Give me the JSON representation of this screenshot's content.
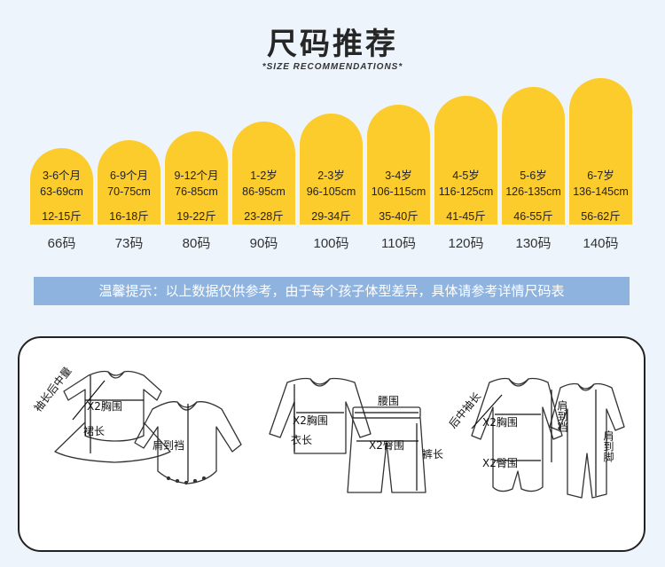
{
  "header": {
    "title": "尺码推荐",
    "subtitle": "*SIZE RECOMMENDATIONS*"
  },
  "sizes": [
    {
      "age": "3-6个月",
      "height": "63-69cm",
      "weight": "12-15斤",
      "size": "66码"
    },
    {
      "age": "6-9个月",
      "height": "70-75cm",
      "weight": "16-18斤",
      "size": "73码"
    },
    {
      "age": "9-12个月",
      "height": "76-85cm",
      "weight": "19-22斤",
      "size": "80码"
    },
    {
      "age": "1-2岁",
      "height": "86-95cm",
      "weight": "23-28斤",
      "size": "90码"
    },
    {
      "age": "2-3岁",
      "height": "96-105cm",
      "weight": "29-34斤",
      "size": "100码"
    },
    {
      "age": "3-4岁",
      "height": "106-115cm",
      "weight": "35-40斤",
      "size": "110码"
    },
    {
      "age": "4-5岁",
      "height": "116-125cm",
      "weight": "41-45斤",
      "size": "120码"
    },
    {
      "age": "5-6岁",
      "height": "126-135cm",
      "weight": "46-55斤",
      "size": "130码"
    },
    {
      "age": "6-7岁",
      "height": "136-145cm",
      "weight": "56-62斤",
      "size": "140码"
    }
  ],
  "tip": "温馨提示：以上数据仅供参考，由于每个孩子体型差异，具体请参考详情尺码表",
  "diagram": {
    "dress_sleeve": "袖长后中量",
    "dress_chest": "X2胸围",
    "dress_length": "裙长",
    "bodysuit_crotch": "肩到裆",
    "top_chest": "X2胸围",
    "top_length": "衣长",
    "waist": "腰围",
    "hip": "X2臀围",
    "pants_length": "裤长",
    "romper_sleeve": "后中袖长",
    "romper_chest": "X2胸围",
    "romper_hip": "X2臀围",
    "romper_crotch": "肩到裆",
    "romper_foot": "肩到脚"
  },
  "colors": {
    "background": "#eef4fb",
    "bar": "#fccb2c",
    "tip_bg": "#8fb3df"
  }
}
